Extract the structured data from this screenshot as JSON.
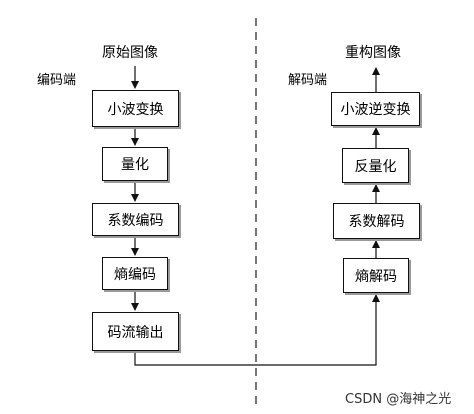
{
  "encoder": {
    "side_label": "编码端",
    "input_label": "原始图像",
    "steps": [
      "小波变换",
      "量化",
      "系数编码",
      "熵编码",
      "码流输出"
    ]
  },
  "decoder": {
    "side_label": "解码端",
    "output_label": "重构图像",
    "steps": [
      "熵解码",
      "系数解码",
      "反量化",
      "小波逆变换"
    ]
  },
  "watermark": "CSDN @海神之光",
  "colors": {
    "line": "#111111",
    "divider": "#555555",
    "shadow": "#9a9a9a"
  }
}
